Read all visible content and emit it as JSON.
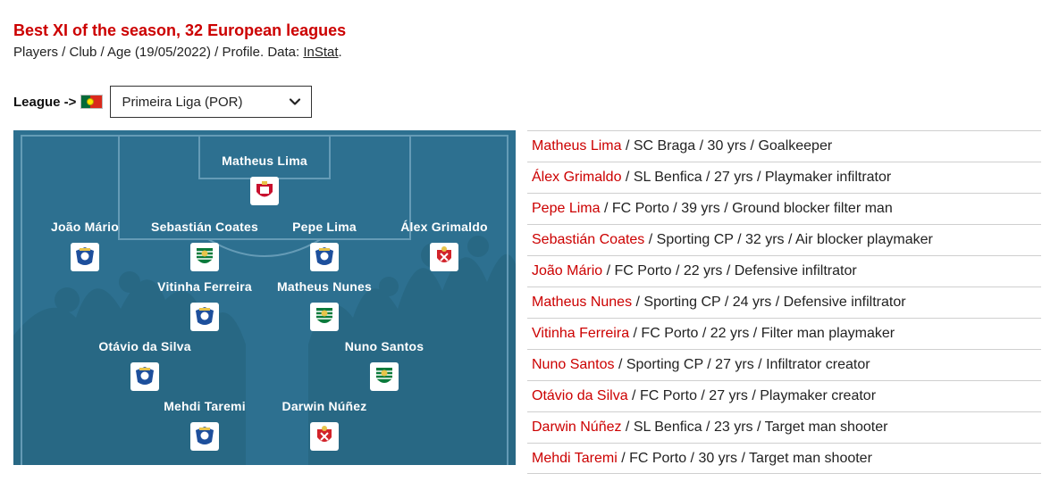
{
  "title": "Best XI of the season, 32 European leagues",
  "subtitle": {
    "prefix": "Players / Club / Age (19/05/2022) / Profile. Data: ",
    "link": "InStat",
    "suffix": "."
  },
  "league": {
    "label": "League ->",
    "selected": "Primeira Liga (POR)"
  },
  "colors": {
    "accent": "#cc0000",
    "pitch": "#2d7090",
    "porto": "#1d4f9c",
    "sporting": "#0a7a3b",
    "benfica": "#d2232a",
    "braga": "#c8102e"
  },
  "pitch_players": [
    {
      "name": "Matheus Lima",
      "club": "braga"
    },
    {
      "name": "João Mário",
      "club": "porto"
    },
    {
      "name": "Sebastián Coates",
      "club": "sporting"
    },
    {
      "name": "Pepe Lima",
      "club": "porto"
    },
    {
      "name": "Álex Grimaldo",
      "club": "benfica"
    },
    {
      "name": "Vitinha Ferreira",
      "club": "porto"
    },
    {
      "name": "Matheus Nunes",
      "club": "sporting"
    },
    {
      "name": "Otávio da Silva",
      "club": "porto"
    },
    {
      "name": "Nuno Santos",
      "club": "sporting"
    },
    {
      "name": "Mehdi Taremi",
      "club": "porto"
    },
    {
      "name": "Darwin Núñez",
      "club": "benfica"
    }
  ],
  "list": [
    {
      "name": "Matheus Lima",
      "details": " / SC Braga / 30 yrs / Goalkeeper"
    },
    {
      "name": "Álex Grimaldo",
      "details": " / SL Benfica / 27 yrs / Playmaker infiltrator"
    },
    {
      "name": "Pepe Lima",
      "details": " / FC Porto / 39 yrs / Ground blocker filter man"
    },
    {
      "name": "Sebastián Coates",
      "details": " / Sporting CP / 32 yrs / Air blocker playmaker"
    },
    {
      "name": "João Mário",
      "details": " / FC Porto / 22 yrs / Defensive infiltrator"
    },
    {
      "name": "Matheus Nunes",
      "details": " / Sporting CP / 24 yrs / Defensive infiltrator"
    },
    {
      "name": "Vitinha Ferreira",
      "details": " / FC Porto / 22 yrs / Filter man playmaker"
    },
    {
      "name": "Nuno Santos",
      "details": " / Sporting CP / 27 yrs / Infiltrator creator"
    },
    {
      "name": "Otávio da Silva",
      "details": " / FC Porto / 27 yrs / Playmaker creator"
    },
    {
      "name": "Darwin Núñez",
      "details": " / SL Benfica / 23 yrs / Target man shooter"
    },
    {
      "name": "Mehdi Taremi",
      "details": " / FC Porto / 30 yrs / Target man shooter"
    }
  ]
}
